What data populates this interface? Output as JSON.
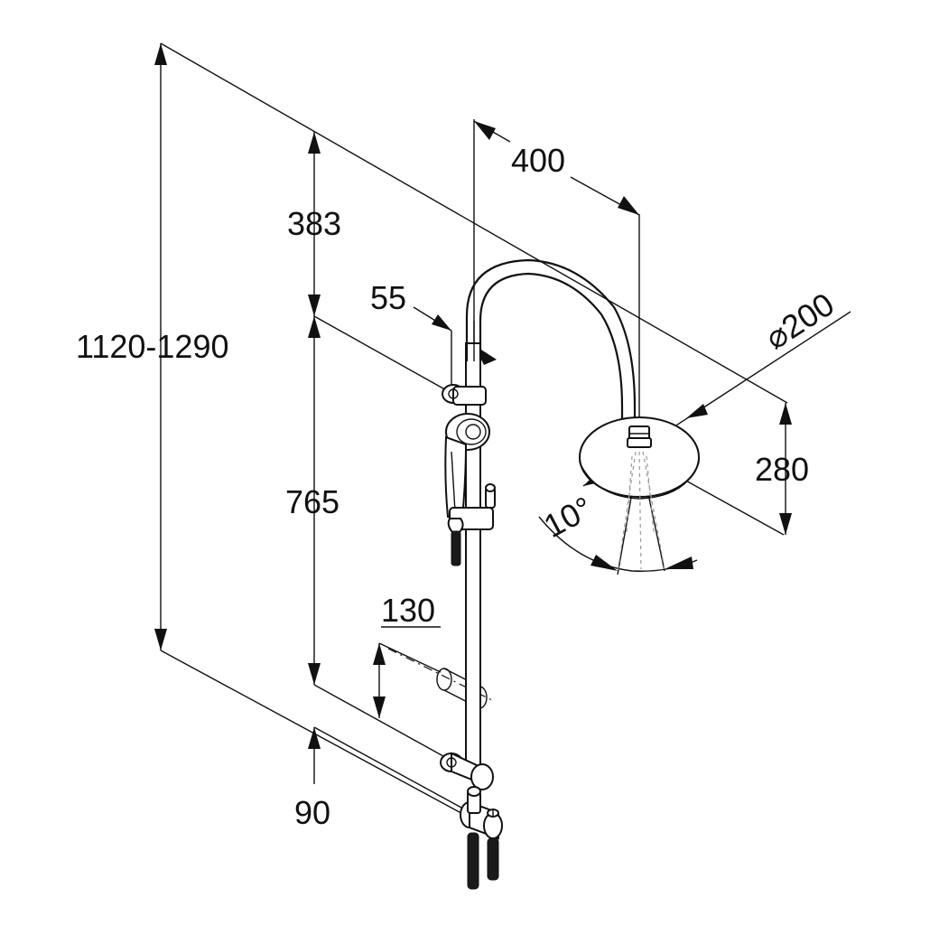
{
  "dimensions": {
    "total_height": "1120-1290",
    "upper_rail": "383",
    "slide_range": "765",
    "bottom_offset": "90",
    "arm_reach": "400",
    "wall_offset": "55",
    "head_diameter": "200",
    "head_height": "280",
    "soap_dish_offset": "130",
    "tilt_angle": "10°"
  },
  "colors": {
    "line": "#111111",
    "background": "#ffffff",
    "hose": "#1a1a1a"
  }
}
